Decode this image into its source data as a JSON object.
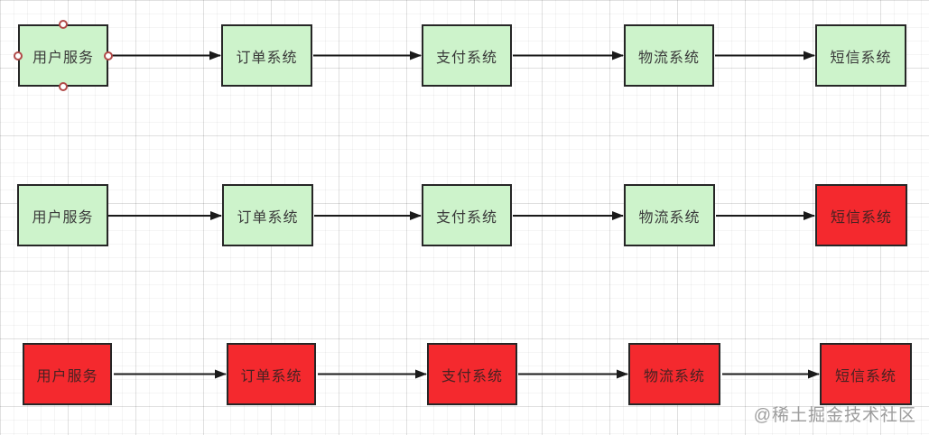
{
  "diagram": {
    "watermark": "@稀土掘金技术社区",
    "colors": {
      "node_green": "#cdf3cb",
      "node_red": "#f4292e",
      "node_border": "#262626",
      "arrow": "#1a1a1a",
      "selection_handle_ring": "#b14a48",
      "watermark_gray": "#8c8c8c"
    }
  },
  "rows": [
    {
      "boxes": [
        {
          "label": "用户服务",
          "state": "green",
          "selected": true
        },
        {
          "label": "订单系统",
          "state": "green"
        },
        {
          "label": "支付系统",
          "state": "green"
        },
        {
          "label": "物流系统",
          "state": "green"
        },
        {
          "label": "短信系统",
          "state": "green"
        }
      ]
    },
    {
      "boxes": [
        {
          "label": "用户服务",
          "state": "green"
        },
        {
          "label": "订单系统",
          "state": "green"
        },
        {
          "label": "支付系统",
          "state": "green"
        },
        {
          "label": "物流系统",
          "state": "green"
        },
        {
          "label": "短信系统",
          "state": "red"
        }
      ]
    },
    {
      "boxes": [
        {
          "label": "用户服务",
          "state": "red"
        },
        {
          "label": "订单系统",
          "state": "red"
        },
        {
          "label": "支付系统",
          "state": "red"
        },
        {
          "label": "物流系统",
          "state": "red"
        },
        {
          "label": "短信系统",
          "state": "red"
        }
      ]
    }
  ]
}
